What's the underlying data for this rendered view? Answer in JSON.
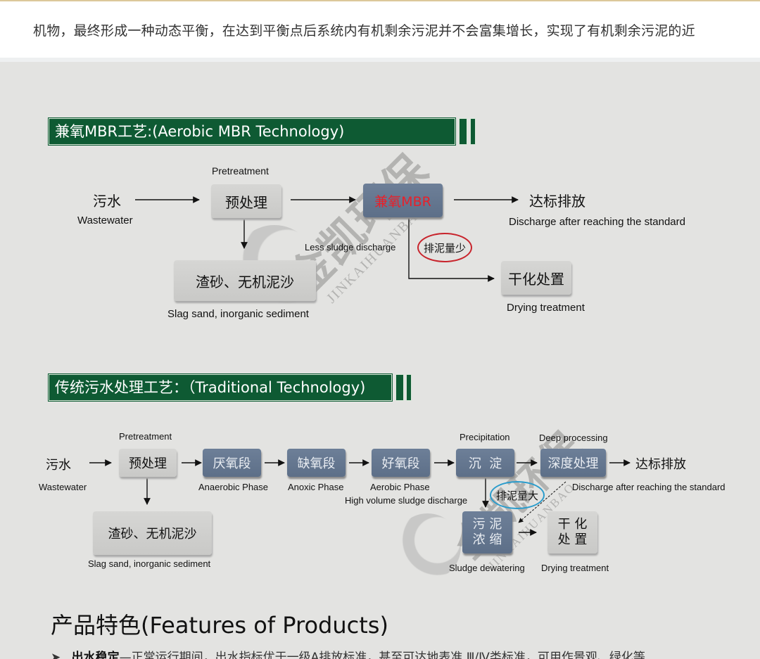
{
  "intro_text": "机物，最终形成一种动态平衡，在达到平衡点后系统内有机剩余污泥并不会富集增长，实现了有机剩余污泥的近",
  "colors": {
    "header_green": "#0e5a33",
    "process_blue": "#6d7f98",
    "mbr_red": "#e8202a",
    "less_sludge_ellipse": "#c8242c",
    "more_sludge_ellipse": "#2a9ccc"
  },
  "watermark": {
    "zh": "金凯环保",
    "en": "JINKAIHUANBAO"
  },
  "mbr_section": {
    "title": "兼氧MBR工艺:(Aerobic MBR Technology)",
    "wastewater": {
      "zh": "污水",
      "en": "Wastewater"
    },
    "pretreatment": {
      "caption": "Pretreatment",
      "zh": "预处理"
    },
    "mbr": {
      "zh": "兼氧MBR"
    },
    "discharge": {
      "zh": "达标排放",
      "en": "Discharge after reaching the standard"
    },
    "slag": {
      "zh": "渣砂、无机泥沙",
      "en": "Slag sand, inorganic sediment"
    },
    "sludge_note": {
      "en": "Less sludge discharge",
      "zh": "排泥量少"
    },
    "drying": {
      "zh": "干化处置",
      "en": "Drying treatment"
    }
  },
  "traditional_section": {
    "title": "传统污水处理工艺：（Traditional  Technology)",
    "wastewater": {
      "zh": "污水",
      "en": "Wastewater"
    },
    "pretreatment": {
      "caption": "Pretreatment",
      "zh": "预处理"
    },
    "anaerobic": {
      "zh": "厌氧段",
      "en": "Anaerobic Phase"
    },
    "anoxic": {
      "zh": "缺氧段",
      "en": "Anoxic Phase"
    },
    "aerobic": {
      "zh": "好氧段",
      "en": "Aerobic Phase"
    },
    "precipitation": {
      "caption": "Precipitation",
      "zh": "沉  淀"
    },
    "deep": {
      "caption": "Deep processing",
      "zh": "深度处理"
    },
    "discharge": {
      "zh": "达标排放",
      "en": "Discharge after reaching the standard"
    },
    "sludge_note": {
      "en": "High volume sludge discharge",
      "zh": "排泥量大"
    },
    "slag": {
      "zh": "渣砂、无机泥沙",
      "en": "Slag sand, inorganic sediment"
    },
    "dewatering": {
      "zh_line1": "污 泥",
      "zh_line2": "浓 缩",
      "en": "Sludge dewatering"
    },
    "drying": {
      "zh_line1": "干 化",
      "zh_line2": "处 置",
      "en": "Drying treatment"
    }
  },
  "features": {
    "title": "产品特色(Features of Products)",
    "items": [
      {
        "bullet": "➤",
        "bold": "出水稳定",
        "text": "—正常运行期间，出水指标优于一级A排放标准，甚至可达地表准 Ⅲ/Ⅳ类标准，可用作景观、绿化等"
      }
    ]
  }
}
